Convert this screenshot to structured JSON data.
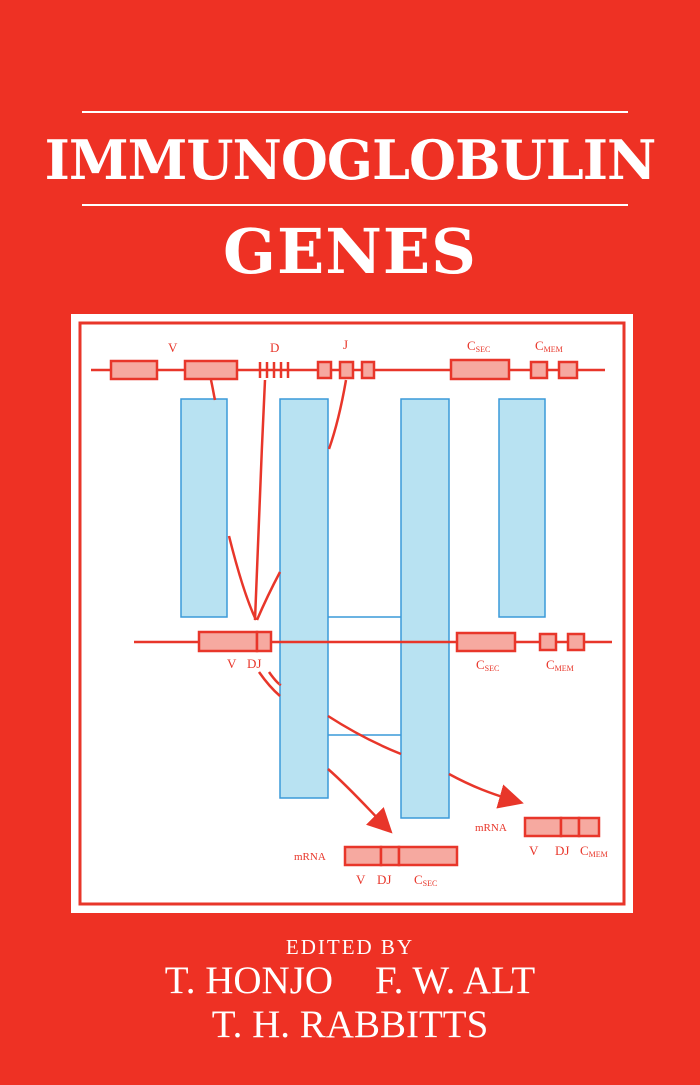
{
  "cover": {
    "title_line1": "IMMUNOGLOBULIN",
    "title_line2": "GENES",
    "edited_by": "EDITED BY",
    "editors": [
      "T. HONJO",
      "F. W. ALT",
      "T. H. RABBITTS"
    ]
  },
  "diagram": {
    "gene_labels_top": {
      "v": "V",
      "d": "D",
      "j": "J",
      "c_sec": "C",
      "c_sec_sub": "SEC",
      "c_mem": "C",
      "c_mem_sub": "MEM"
    },
    "gene_labels_mid": {
      "v": "V",
      "dj": "DJ",
      "c_sec": "C",
      "c_sec_sub": "SEC",
      "c_mem": "C",
      "c_mem_sub": "MEM"
    },
    "mrna_left": {
      "prefix": "mRNA",
      "v": "V",
      "dj": "DJ",
      "c": "C",
      "c_sub": "SEC"
    },
    "mrna_right": {
      "prefix": "mRNA",
      "v": "V",
      "dj": "DJ",
      "c": "C",
      "c_sub": "MEM"
    }
  },
  "colors": {
    "background": "#ee3124",
    "ink": "#e8362a",
    "segment_fill": "#f6a9a0",
    "column_fill": "#b8e2f2",
    "column_stroke": "#3a9ad9"
  }
}
